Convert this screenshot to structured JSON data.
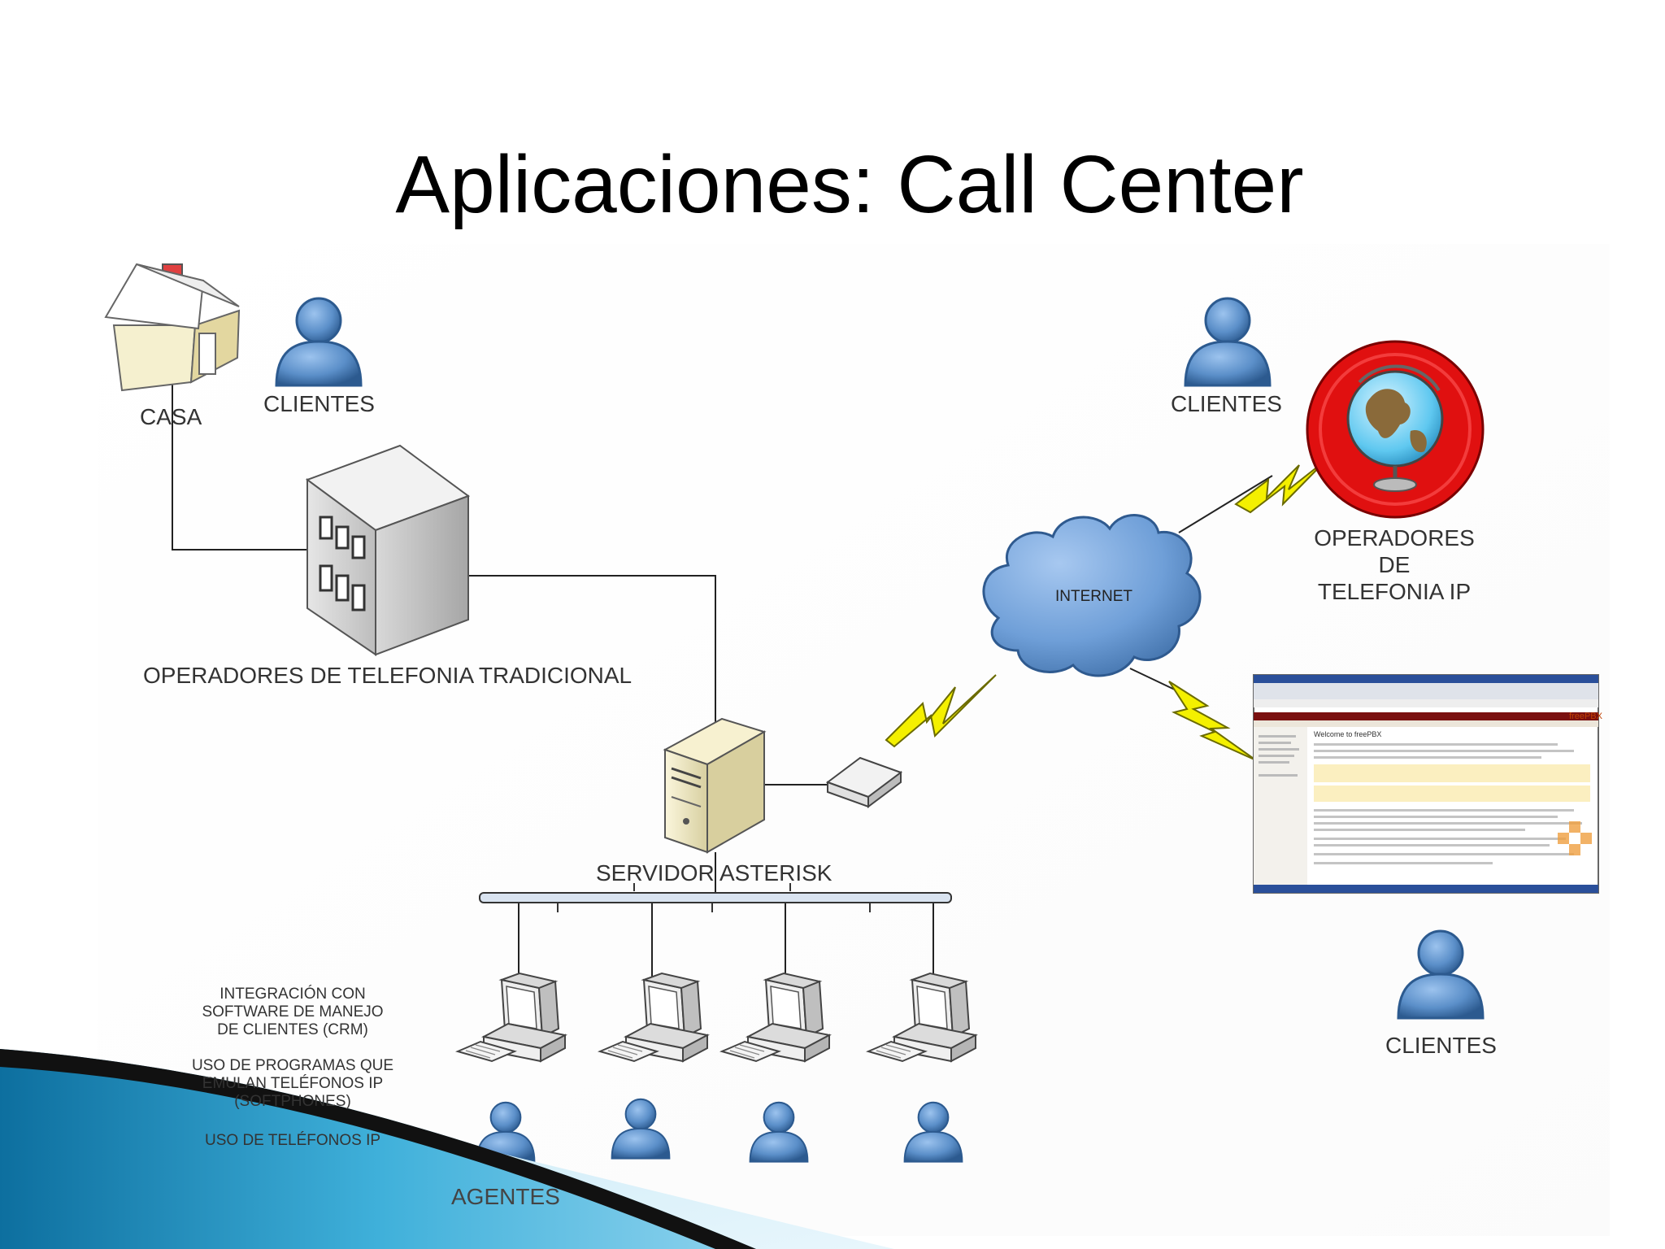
{
  "title": "Aplicaciones: Call Center",
  "labels": {
    "casa": "CASA",
    "clientes_left": "CLIENTES",
    "clientes_right_top": "CLIENTES",
    "clientes_right_bottom": "CLIENTES",
    "operadores_tradicional": "OPERADORES DE TELEFONIA TRADICIONAL",
    "operadores_ip": [
      "OPERADORES",
      "DE",
      "TELEFONIA IP"
    ],
    "internet": "INTERNET",
    "servidor": "SERVIDOR ASTERISK",
    "agentes": "AGENTES"
  },
  "notes": {
    "crm": [
      "INTEGRACIÓN CON",
      "SOFTWARE DE MANEJO",
      "DE CLIENTES (CRM)"
    ],
    "softphones": [
      "USO DE PROGRAMAS QUE",
      "EMULAN TELÉFONOS IP",
      "(SOFTPHONES)"
    ],
    "ip_phones": "USO DE TELÉFONOS IP"
  },
  "screenshot": {
    "brand": "freePBX",
    "heading": "Welcome to freePBX"
  },
  "colors": {
    "person_blue": "#5b8fc9",
    "person_dark": "#2c5a8f",
    "globe_red": "#e01010",
    "cloud_blue": "#6f9fd8",
    "bolt_yellow": "#f4f000",
    "deco_blue": "#1f8fc0"
  }
}
